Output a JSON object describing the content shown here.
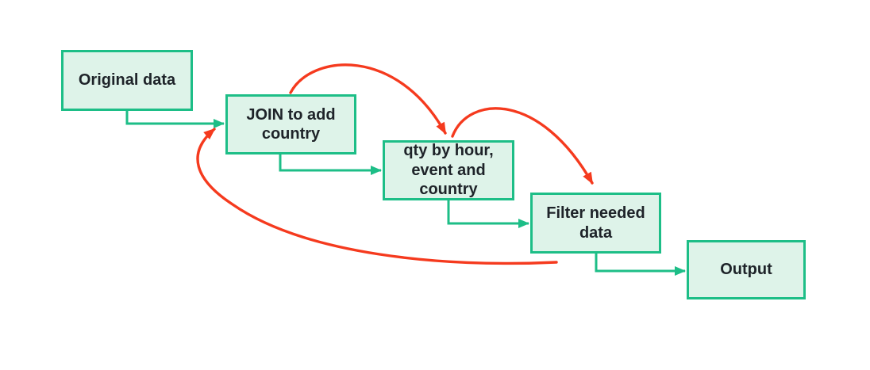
{
  "colors": {
    "bg": "#ffffff",
    "node-fill": "#def3e9",
    "node-border": "#1dbe87",
    "arrow-green": "#1dbe87",
    "arrow-red": "#f53a1e",
    "text": "#1e2329"
  },
  "diagram": {
    "type": "flowchart",
    "nodes": [
      {
        "id": "original-data",
        "label": "Original data"
      },
      {
        "id": "join-to-add-country",
        "label": "JOIN to add country"
      },
      {
        "id": "qty-by-hour-event-and-country",
        "label": "qty by hour, event and country"
      },
      {
        "id": "filter-needed-data",
        "label": "Filter needed data"
      },
      {
        "id": "output",
        "label": "Output"
      }
    ],
    "edges": [
      {
        "from": "original-data",
        "to": "join-to-add-country",
        "style": "elbow",
        "color": "green"
      },
      {
        "from": "join-to-add-country",
        "to": "qty-by-hour-event-and-country",
        "style": "elbow",
        "color": "green"
      },
      {
        "from": "qty-by-hour-event-and-country",
        "to": "filter-needed-data",
        "style": "elbow",
        "color": "green"
      },
      {
        "from": "filter-needed-data",
        "to": "output",
        "style": "elbow",
        "color": "green"
      },
      {
        "from": "join-to-add-country",
        "to": "qty-by-hour-event-and-country",
        "style": "arc-over-top",
        "color": "red"
      },
      {
        "from": "qty-by-hour-event-and-country",
        "to": "filter-needed-data",
        "style": "arc-over-top",
        "color": "red"
      },
      {
        "from": "filter-needed-data",
        "to": "join-to-add-country",
        "style": "sweep-return",
        "color": "red"
      }
    ]
  }
}
